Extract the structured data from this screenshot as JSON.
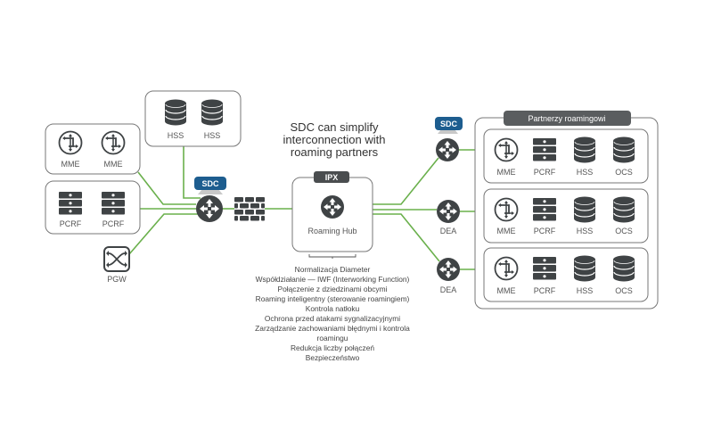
{
  "title": [
    "SDC can simplify",
    "interconnection with",
    "roaming partners"
  ],
  "colors": {
    "line": "#6ab04c",
    "icon": "#3f4345",
    "box": "#777777",
    "badge": "#1d5d8f",
    "tab": "#5a5d5f"
  },
  "left": {
    "hss_group": {
      "items": [
        "HSS",
        "HSS"
      ]
    },
    "mme_group": {
      "items": [
        "MME",
        "MME"
      ]
    },
    "pcrf_group": {
      "items": [
        "PCRF",
        "PCRF"
      ]
    },
    "pgw_label": "PGW",
    "sdc_badge": "SDC"
  },
  "hub": {
    "tab_label": "IPX",
    "label": "Roaming Hub"
  },
  "features": [
    "Normalizacja Diameter",
    "Współdziałanie — IWF (Interworking Function)",
    "Połączenie z dziedzinami obcymi",
    "Roaming inteligentny (sterowanie roamingiem)",
    "Kontrola natłoku",
    "Ochrona przed atakami sygnalizacyjnymi",
    "Zarządzanie zachowaniami błędnymi i kontrola",
    "roamingu",
    "Redukcja liczby połączeń",
    "Bezpieczeństwo"
  ],
  "right": {
    "sdc_badge": "SDC",
    "dea_labels": [
      "DEA",
      "DEA"
    ],
    "partners_title": "Partnerzy roamingowi",
    "partner_rows": [
      {
        "items": [
          "MME",
          "PCRF",
          "HSS",
          "OCS"
        ]
      },
      {
        "items": [
          "MME",
          "PCRF",
          "HSS",
          "OCS"
        ]
      },
      {
        "items": [
          "MME",
          "PCRF",
          "HSS",
          "OCS"
        ]
      }
    ]
  }
}
